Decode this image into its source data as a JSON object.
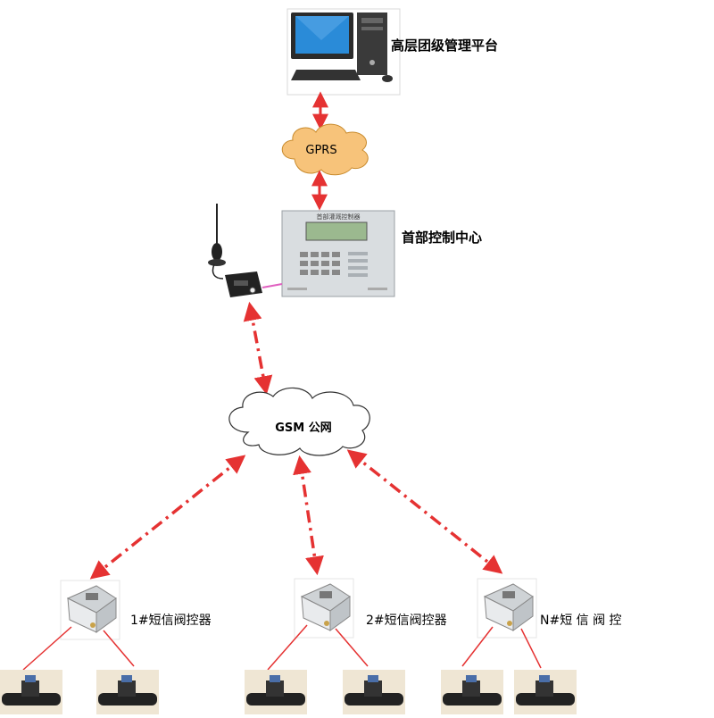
{
  "diagram": {
    "nodes": {
      "platform": {
        "label": "高层团级管理平台"
      },
      "gprs": {
        "label": "GPRS"
      },
      "control_center": {
        "label": "首部控制中心",
        "panel_title": "首部灌溉控制器"
      },
      "gsm": {
        "label": "GSM 公网"
      },
      "controllers": [
        {
          "label": "1#短信阀控器"
        },
        {
          "label": "2#短信阀控器"
        },
        {
          "label": "N#短 信 阀 控"
        }
      ]
    },
    "colors": {
      "arrow": "#e53232",
      "gprs_cloud": "#f7c37a",
      "gsm_cloud": "#ffffff",
      "monitor_screen": "#2a8bd8",
      "panel": "#d9dde0",
      "lcd": "#9bb98f"
    },
    "icons": {
      "platform": "desktop-computer-icon",
      "modem": "gsm-modem-icon",
      "antenna": "antenna-icon",
      "controller": "valve-controller-icon",
      "valve": "valve-icon"
    }
  }
}
